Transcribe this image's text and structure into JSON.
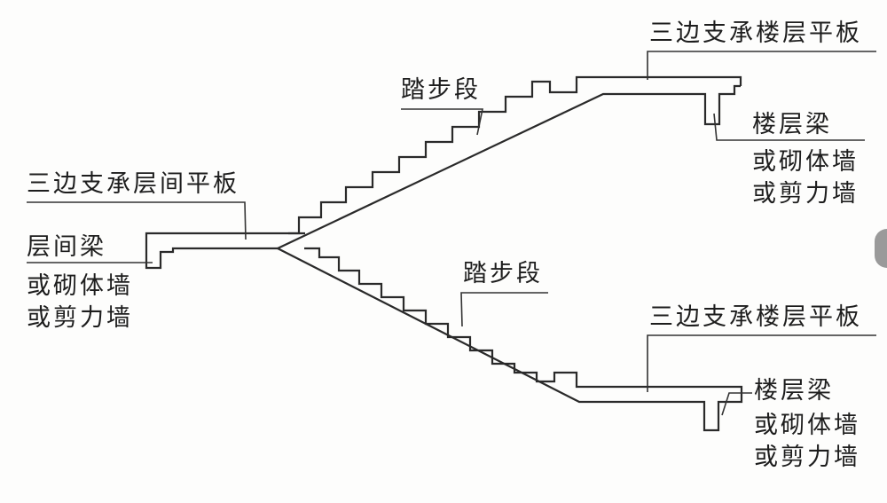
{
  "labels": {
    "upper_slab": "三边支承楼层平板",
    "upper_flight": "踏步段",
    "upper_beam_1": "楼层梁",
    "upper_beam_2": "或砌体墙",
    "upper_beam_3": "或剪力墙",
    "landing_slab": "三边支承层间平板",
    "landing_beam_1": "层间梁",
    "landing_beam_2": "或砌体墙",
    "landing_beam_3": "或剪力墙",
    "lower_flight": "踏步段",
    "lower_slab": "三边支承楼层平板",
    "lower_beam_1": "楼层梁",
    "lower_beam_2": "或砌体墙",
    "lower_beam_3": "或剪力墙"
  }
}
